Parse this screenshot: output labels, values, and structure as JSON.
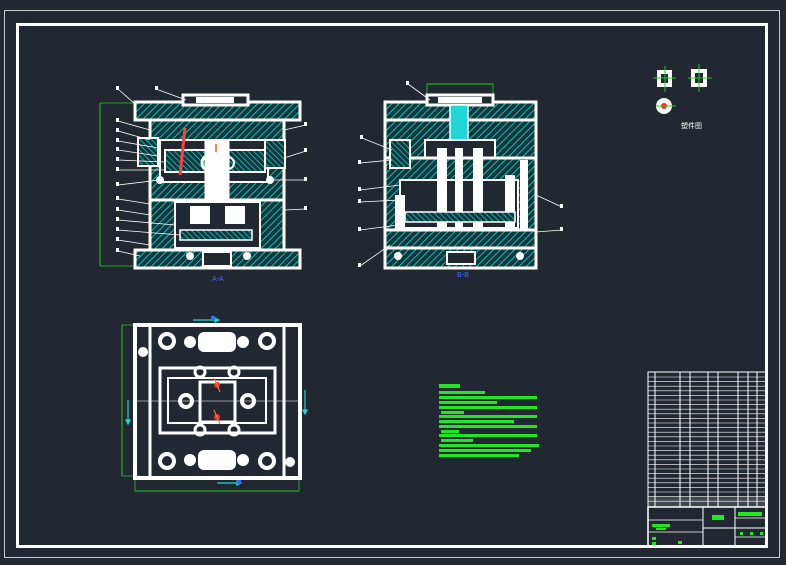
{
  "drawing": {
    "part_view_title": "塑件图",
    "section_a_label": "A-A",
    "section_b_label": "B-B"
  },
  "colors": {
    "background": "#222831",
    "outline": "#ffffff",
    "hatch": "#20d6d6",
    "dimension": "#23c923",
    "text_block": "#22e622",
    "center_mark": "#ff2b2b"
  }
}
